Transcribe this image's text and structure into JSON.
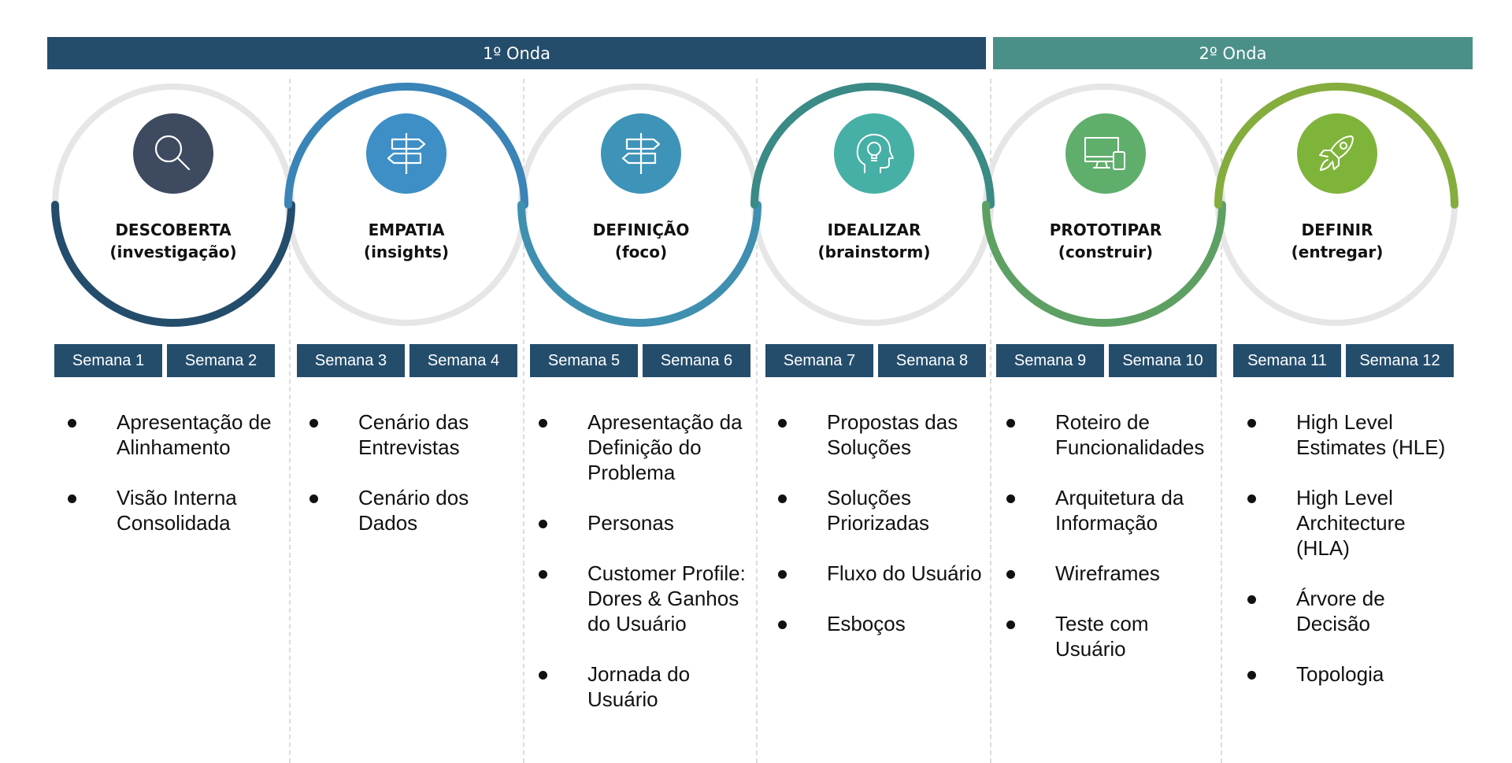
{
  "waves": [
    {
      "label": "1º Onda",
      "color": "#244d6c"
    },
    {
      "label": "2º Onda",
      "color": "#4a9088"
    }
  ],
  "stages": [
    {
      "title": "DESCOBERTA",
      "subtitle": "(investigação)",
      "icon": "search-icon",
      "icon_color": "#3e4a5f",
      "arc_color": "#244d6c",
      "weeks": [
        "Semana 1",
        "Semana 2"
      ],
      "items": [
        "Apresentação de Alinhamento",
        "Visão Interna Consolidada"
      ]
    },
    {
      "title": "EMPATIA",
      "subtitle": "(insights)",
      "icon": "signpost-icon",
      "icon_color": "#3d8fc6",
      "arc_color": "#3a84b8",
      "weeks": [
        "Semana 3",
        "Semana 4"
      ],
      "items": [
        "Cenário das Entrevistas",
        "Cenário dos Dados"
      ]
    },
    {
      "title": "DEFINIÇÃO",
      "subtitle": "(foco)",
      "icon": "signpost-icon",
      "icon_color": "#3e93b8",
      "arc_color": "#3f8fb0",
      "weeks": [
        "Semana 5",
        "Semana 6"
      ],
      "items": [
        "Apresentação da Definição do Problema",
        "Personas",
        "Customer Profile: Dores & Ganhos do Usuário",
        "Jornada do Usuário"
      ]
    },
    {
      "title": "IDEALIZAR",
      "subtitle": "(brainstorm)",
      "icon": "lightbulb-head-icon",
      "icon_color": "#46b0a6",
      "arc_color": "#3a8a86",
      "weeks": [
        "Semana 7",
        "Semana 8"
      ],
      "items": [
        "Propostas das Soluções",
        "Soluções Priorizadas",
        "Fluxo do Usuário",
        "Esboços"
      ]
    },
    {
      "title": "PROTOTIPAR",
      "subtitle": "(construir)",
      "icon": "monitor-devices-icon",
      "icon_color": "#5fae6c",
      "arc_color": "#5ea064",
      "weeks": [
        "Semana 9",
        "Semana 10"
      ],
      "items": [
        "Roteiro de Funcionalidades",
        "Arquitetura da Informação",
        "Wireframes",
        "Teste com Usuário"
      ]
    },
    {
      "title": "DEFINIR",
      "subtitle": "(entregar)",
      "icon": "rocket-icon",
      "icon_color": "#7fb43a",
      "arc_color": "#84ad3e",
      "weeks": [
        "Semana 11",
        "Semana 12"
      ],
      "items": [
        "High Level Estimates (HLE)",
        "High Level Architecture (HLA)",
        "Árvore de Decisão",
        "Topologia"
      ]
    }
  ]
}
